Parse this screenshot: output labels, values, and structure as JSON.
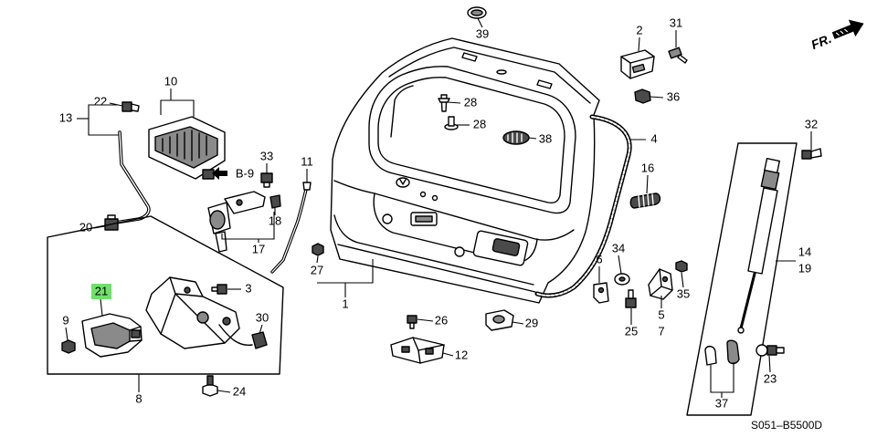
{
  "diagram": {
    "callouts": {
      "p1": "1",
      "p2": "2",
      "p3": "3",
      "p4": "4",
      "p5": "5",
      "p6": "6",
      "p7": "7",
      "p8": "8",
      "p9": "9",
      "p10": "10",
      "p11": "11",
      "p12": "12",
      "p13": "13",
      "p14": "14",
      "p16": "16",
      "p17": "17",
      "p18": "18",
      "p19": "19",
      "p20": "20",
      "p21": "21",
      "p22": "22",
      "p23": "23",
      "p24": "24",
      "p25": "25",
      "p26": "26",
      "p27": "27",
      "p28a": "28",
      "p28b": "28",
      "p29": "29",
      "p30": "30",
      "p31": "31",
      "p32": "32",
      "p33": "33",
      "p34": "34",
      "p35": "35",
      "p36": "36",
      "p37": "37",
      "p38": "38",
      "p39": "39"
    },
    "reference_label": "B-9",
    "direction_label": "FR.",
    "diagram_code": "S051–B5500D"
  },
  "colors": {
    "highlight": "#6fe06a",
    "line": "#000000",
    "background": "#ffffff"
  }
}
